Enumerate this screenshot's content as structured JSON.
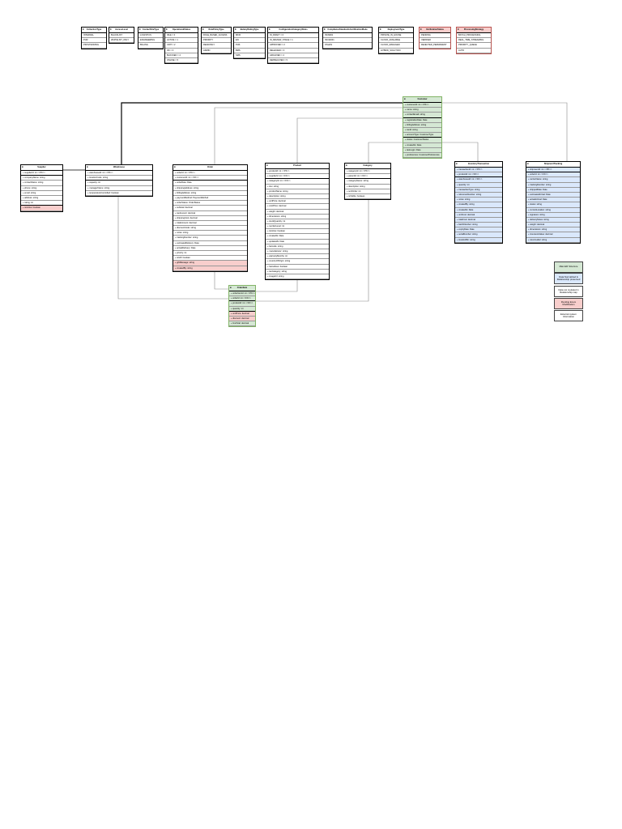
{
  "enums": [
    {
      "title": "CollectionType",
      "rows": [
        "INTERNAL",
        "PUR",
        "PROVISIONING"
      ],
      "red": false
    },
    {
      "title": "AccessLevel",
      "rows": [
        "BLACKLIST",
        "WHITELIST_ONLY"
      ],
      "red": false
    },
    {
      "title": "ContactSiteType",
      "rows": [
        "LOGISTICS",
        "ENGINEERING",
        "BILLING"
      ],
      "red": false
    },
    {
      "title": "OperationalStatus",
      "rows": [
        "IDLE = 0",
        "ACTIVE = 1",
        "CRIT = 2",
        "OK = 3",
        "BLOCKED = 4",
        "ONLINE = 5"
      ],
      "red": false
    },
    {
      "title": "RolePolicyType",
      "rows": [
        "ROLE_BASED_ACCESS",
        "PRIORITY",
        "READONLY",
        "ADMIN"
      ],
      "red": false
    },
    {
      "title": "BatteryRatingType",
      "rows": [
        "MKIII",
        "EN",
        "PHS",
        "BMS",
        "SMS"
      ],
      "red": false
    },
    {
      "title": "ConfigurationCategoryRules",
      "rows": [
        "IN_DRAFT = 0",
        "IN_REVIEW_STAGE = 1",
        "APPROVED = 2",
        "RELEASED = 3",
        "ARCHIVED = 4",
        "DEPRECATED = 5"
      ],
      "red": false
    },
    {
      "title": "ComplianceStandardsCertificationMode",
      "rows": [
        "ISO9001",
        "ISO14001",
        "OSHAS"
      ],
      "red": false
    },
    {
      "title": "DeploymentType",
      "rows": [
        "PRIVATE_IN_HOUSE",
        "CLOUD_AVAILABLE",
        "CLOUD_MANAGED",
        "HYBRID_SOLUTION"
      ],
      "red": false
    },
    {
      "title": "VerificationStatus",
      "rows": [
        "PENDING",
        "VERIFIED",
        "REJECTED_PERMANENT"
      ],
      "red": true
    },
    {
      "title": "ProcessingStrategy",
      "rows": [
        "BATCH_PROCESSING",
        "REAL_TIME_STREAMING",
        "PRIORITY_QUEUE",
        "AUTO"
      ],
      "red": true
    }
  ],
  "classes": {
    "top": {
      "title": "Customer",
      "rows": [
        "customerId: int <<PK>>",
        "name: string",
        "contactEmail: string",
        "registrationDate: Date",
        "billingAddress: string",
        "taxId: string",
        "accountType: CustomerType",
        "status: CustomerStatus",
        "createdAt: Date",
        "lastLogin: Date",
        "preferences: CustomerPreferences"
      ]
    },
    "c1": {
      "title": "Supplier",
      "rows": [
        "supplierId: int <<PK>>",
        "companyName: string",
        "contactName: string",
        "phone: string",
        "email: string",
        "address: string",
        "rating: int",
        "isActive: boolean"
      ]
    },
    "c2": {
      "title": "Warehouse",
      "rows": [
        "warehouseId: int <<PK>>",
        "locationCode: string",
        "capacity: int",
        "managerName: string",
        "temperatureControlled: boolean"
      ]
    },
    "c3": {
      "title": "Order",
      "rows": [
        "orderId: int <<PK>>",
        "customerId: int <<FK>>",
        "orderDate: Date",
        "shippingAddress: string",
        "billingAddress: string",
        "paymentMethod: PaymentMethod",
        "orderStatus: OrderStatus",
        "subtotal: decimal",
        "taxAmount: decimal",
        "shippingCost: decimal",
        "totalAmount: decimal",
        "discountCode: string",
        "notes: string",
        "trackingNumber: string",
        "estimatedDelivery: Date",
        "actualDelivery: Date",
        "priority: int",
        "isGift: boolean",
        "giftMessage: string",
        "createdBy: string"
      ]
    },
    "c4": {
      "title": "Product",
      "rows": [
        "productId: int <<PK>>",
        "supplierId: int <<FK>>",
        "categoryId: int <<FK>>",
        "sku: string",
        "productName: string",
        "description: string",
        "unitPrice: decimal",
        "costPrice: decimal",
        "weight: decimal",
        "dimensions: string",
        "stockQuantity: int",
        "reorderLevel: int",
        "isActive: boolean",
        "createdAt: Date",
        "updatedAt: Date",
        "barcode: string",
        "manufacturer: string",
        "warrantyMonths: int",
        "countryOfOrigin: string",
        "hazardous: boolean",
        "taxCategory: string",
        "imageUrl: string"
      ]
    },
    "c5": {
      "title": "Category",
      "rows": [
        "categoryId: int <<PK>>",
        "parentId: int <<FK>>",
        "categoryName: string",
        "description: string",
        "sortOrder: int",
        "isVisible: boolean"
      ]
    },
    "c6": {
      "title": "InventoryTransaction",
      "rows": [
        "transactionId: int <<PK>>",
        "productId: int <<FK>>",
        "warehouseId: int <<FK>>",
        "quantity: int",
        "transactionType: string",
        "referenceNumber: string",
        "notes: string",
        "createdBy: string",
        "createdAt: Date",
        "unitCost: decimal",
        "totalCost: decimal",
        "batchNumber: string",
        "expiryDate: Date",
        "serialNumber: string",
        "locationBin: string"
      ]
    },
    "c7": {
      "title": "ShipmentTracking",
      "rows": [
        "shipmentId: int <<PK>>",
        "orderId: int <<FK>>",
        "carrierName: string",
        "trackingNumber: string",
        "shippedDate: Date",
        "estimatedArrival: Date",
        "actualArrival: Date",
        "status: string",
        "currentLocation: string",
        "signature: string",
        "deliveryNotes: string",
        "weight: decimal",
        "dimensions: string",
        "insuranceValue: decimal",
        "returnLabel: string"
      ]
    },
    "bottom": {
      "title": "OrderItem",
      "rows": [
        "orderItemId: int <<PK>>",
        "orderId: int <<FK>>",
        "productId: int <<FK>>",
        "quantity: int",
        "unitPrice: decimal",
        "discount: decimal",
        "lineTotal: decimal"
      ]
    }
  },
  "legend": [
    {
      "label": "Main ER Structure",
      "kind": "green"
    },
    {
      "label": "Data Normalized & Relationship preserved",
      "kind": "blue"
    },
    {
      "label": "Data not modeled in Relationship map",
      "kind": "white"
    },
    {
      "label": "Pending Enum Modification",
      "kind": "red"
    },
    {
      "label": "External system Information",
      "kind": "white"
    }
  ],
  "colors": {
    "green": "#d5e8d4",
    "blue": "#dae8fc",
    "red": "#f8cecc",
    "dark": "#4d5b6b"
  }
}
